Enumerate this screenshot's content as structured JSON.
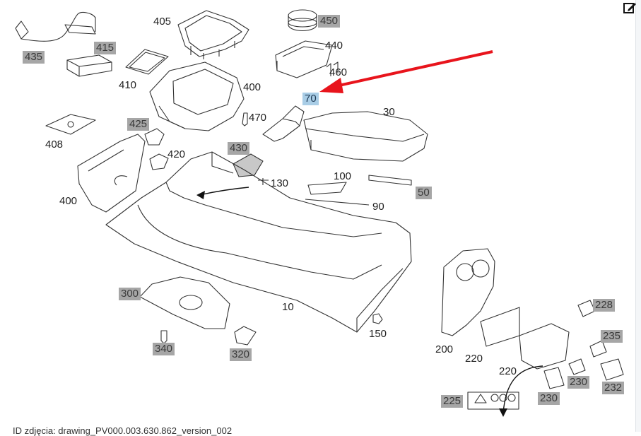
{
  "labels": [
    {
      "text": "435",
      "hl": true
    },
    {
      "text": "415",
      "hl": true
    },
    {
      "text": "410",
      "hl": false
    },
    {
      "text": "405",
      "hl": false
    },
    {
      "text": "450",
      "hl": true
    },
    {
      "text": "440",
      "hl": false
    },
    {
      "text": "460",
      "hl": false
    },
    {
      "text": "400",
      "hl": false
    },
    {
      "text": "470",
      "hl": false
    },
    {
      "text": "70",
      "sel": true
    },
    {
      "text": "30",
      "hl": false
    },
    {
      "text": "425",
      "hl": true
    },
    {
      "text": "408",
      "hl": false
    },
    {
      "text": "430",
      "hl": true
    },
    {
      "text": "420",
      "hl": false
    },
    {
      "text": "130",
      "hl": false
    },
    {
      "text": "100",
      "hl": false
    },
    {
      "text": "50",
      "hl": true
    },
    {
      "text": "400",
      "hl": false
    },
    {
      "text": "90",
      "hl": false
    },
    {
      "text": "300",
      "hl": true
    },
    {
      "text": "10",
      "hl": false
    },
    {
      "text": "150",
      "hl": false
    },
    {
      "text": "340",
      "hl": true
    },
    {
      "text": "320",
      "hl": true
    },
    {
      "text": "200",
      "hl": false
    },
    {
      "text": "228",
      "hl": true
    },
    {
      "text": "235",
      "hl": true
    },
    {
      "text": "220",
      "hl": false
    },
    {
      "text": "220",
      "hl": false
    },
    {
      "text": "230",
      "hl": true
    },
    {
      "text": "232",
      "hl": true
    },
    {
      "text": "230",
      "hl": true
    },
    {
      "text": "225",
      "hl": true
    }
  ],
  "caption": "ID zdjęcia: drawing_PV000.003.630.862_version_002",
  "icons": {
    "edit": "edit-icon"
  },
  "colors": {
    "highlight": "#a6a6a6",
    "selected": "#a9cde6",
    "arrow": "#e8141c"
  }
}
